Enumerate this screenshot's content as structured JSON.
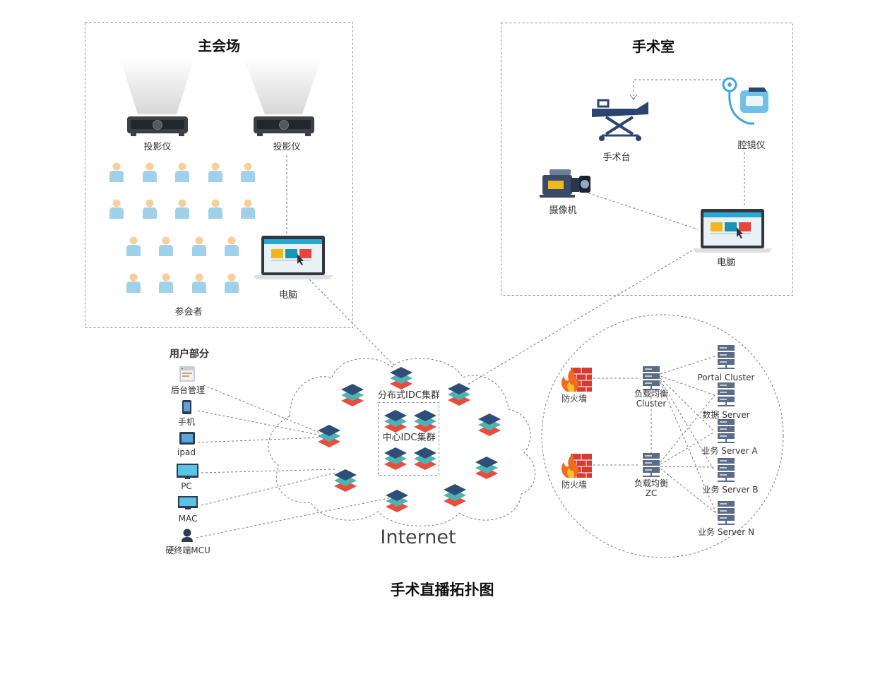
{
  "venue": {
    "title": "主会场",
    "projector_label": "投影仪",
    "computer_label": "电脑",
    "attendees_label": "参会者"
  },
  "surgery": {
    "title": "手术室",
    "table_label": "手术台",
    "endoscope_label": "腔镜仪",
    "camera_label": "摄像机",
    "computer_label": "电脑"
  },
  "users": {
    "title": "用户部分",
    "items": [
      "后台管理",
      "手机",
      "ipad",
      "PC",
      "MAC",
      "硬终端MCU"
    ]
  },
  "cloud": {
    "internet_label": "Internet",
    "idc_cluster_label": "分布式IDC集群",
    "center_idc_label": "中心IDC集群"
  },
  "datacenter": {
    "firewall_label": "防火墙",
    "lb_cluster_label_1": "负载均衡",
    "lb_cluster_label_2": "Cluster",
    "lb_zc_label_1": "负载均衡",
    "lb_zc_label_2": "ZC",
    "servers": [
      "Portal Cluster",
      "数据 Server",
      "业务 Server A",
      "业务 Server B",
      "业务 Server N"
    ]
  },
  "caption": "手术直播拓扑图"
}
